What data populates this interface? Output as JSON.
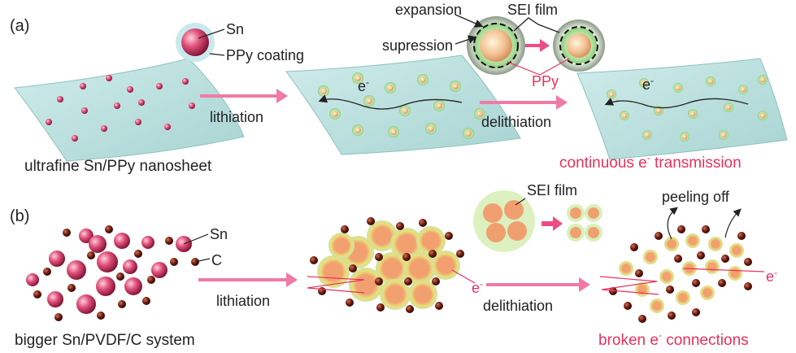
{
  "panel_a": {
    "label": "(a)",
    "legend_sn": "Sn",
    "legend_ppy": "PPy coating",
    "expansion": "expansion",
    "supression": "supression",
    "sei_film": "SEI film",
    "ppy": "PPy",
    "electron": "e",
    "electron_sup": "-",
    "arrow1_label": "lithiation",
    "arrow2_label": "delithiation",
    "caption_left": "ultrafine Sn/PPy nanosheet",
    "caption_right_a": "continuous e",
    "caption_right_sup": "-",
    "caption_right_b": " transmission"
  },
  "panel_b": {
    "label": "(b)",
    "legend_sn": "Sn",
    "legend_c": "C",
    "sei_film": "SEI film",
    "peeling": "peeling off",
    "electron": "e",
    "electron_sup": "-",
    "arrow1_label": "lithiation",
    "arrow2_label": "delithiation",
    "caption_left": "bigger Sn/PVDF/C system",
    "caption_right_a": "broken e",
    "caption_right_sup": "-",
    "caption_right_b": " connections"
  },
  "colors": {
    "accent": "#e8315b",
    "arrow": "#f07aa6",
    "sheet": "#b9dedd",
    "sn": "#e0507a",
    "carbon": "#6a1a10",
    "ppy": "#b6e0a0"
  }
}
